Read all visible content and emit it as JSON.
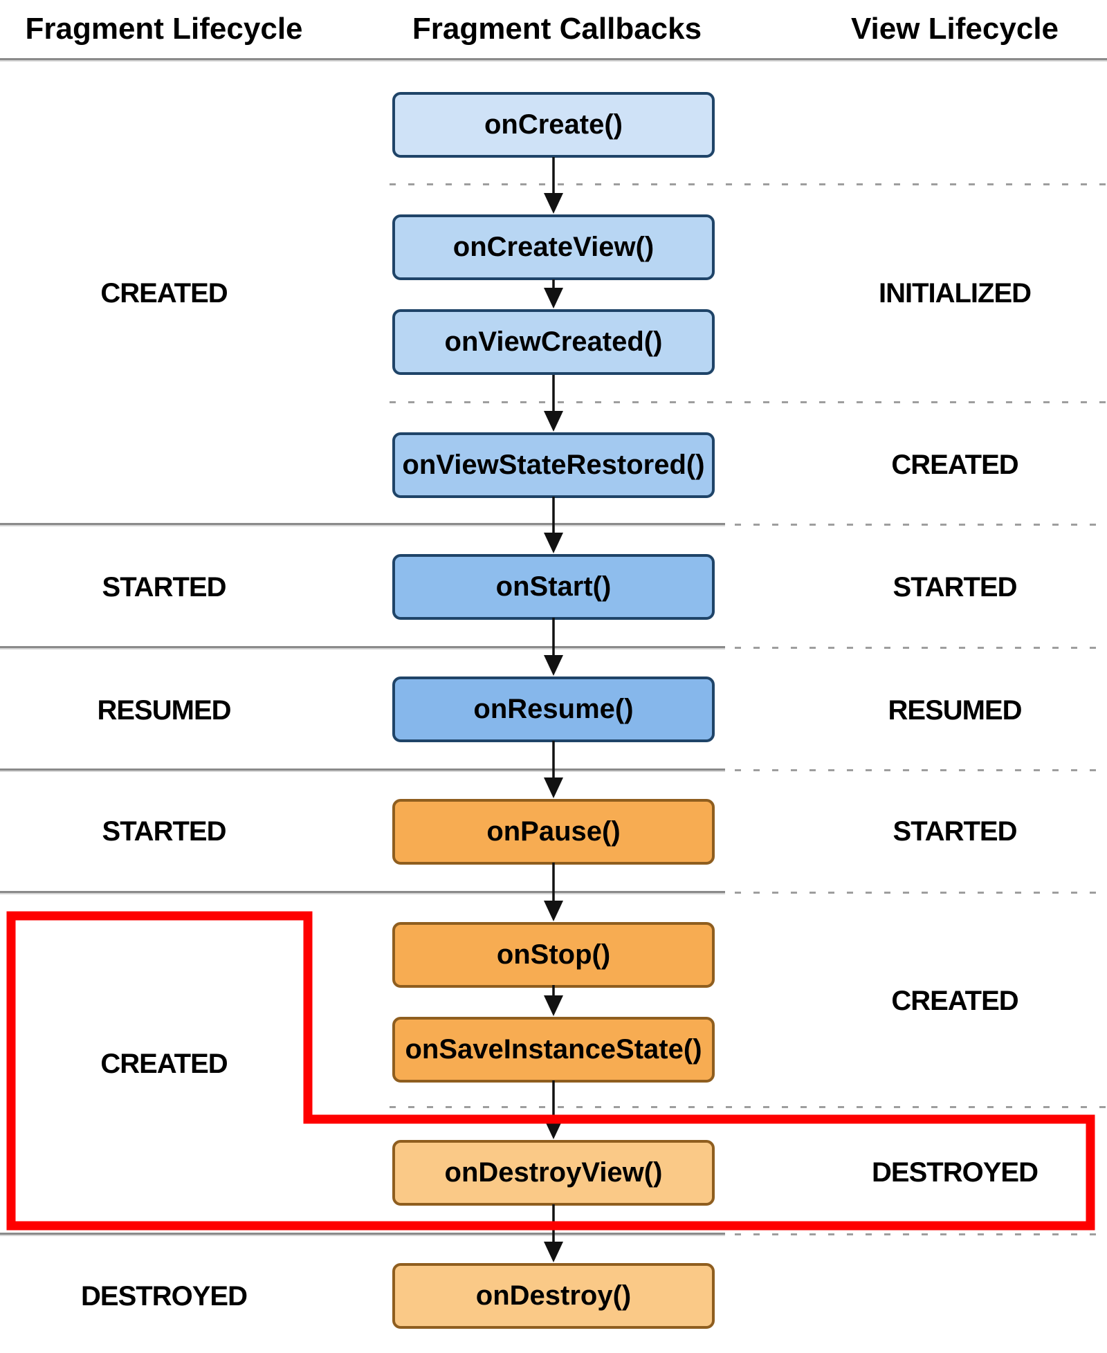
{
  "header": {
    "fragment_lifecycle": "Fragment Lifecycle",
    "fragment_callbacks": "Fragment Callbacks",
    "view_lifecycle": "View Lifecycle"
  },
  "callbacks": [
    {
      "label": "onCreate()"
    },
    {
      "label": "onCreateView()"
    },
    {
      "label": "onViewCreated()"
    },
    {
      "label": "onViewStateRestored()"
    },
    {
      "label": "onStart()"
    },
    {
      "label": "onResume()"
    },
    {
      "label": "onPause()"
    },
    {
      "label": "onStop()"
    },
    {
      "label": "onSaveInstanceState()"
    },
    {
      "label": "onDestroyView()"
    },
    {
      "label": "onDestroy()"
    }
  ],
  "fragment_states": [
    {
      "label": "CREATED"
    },
    {
      "label": "STARTED"
    },
    {
      "label": "RESUMED"
    },
    {
      "label": "STARTED"
    },
    {
      "label": "CREATED"
    },
    {
      "label": "DESTROYED"
    }
  ],
  "view_states": [
    {
      "label": "INITIALIZED"
    },
    {
      "label": "CREATED"
    },
    {
      "label": "STARTED"
    },
    {
      "label": "RESUMED"
    },
    {
      "label": "STARTED"
    },
    {
      "label": "CREATED"
    },
    {
      "label": "DESTROYED"
    }
  ],
  "colors": {
    "blue_light": "#cfe2f7",
    "blue_soft": "#b8d6f3",
    "blue_mid": "#a3c9f0",
    "blue_strong": "#8ebded",
    "blue_deep": "#86b7eb",
    "blue_border": "#1f4468",
    "orange_strong": "#f7ac52",
    "orange_light": "#fac987",
    "orange_border": "#8f5e1f",
    "highlight_red": "#fe0000",
    "line_solid": "#8a8a8a",
    "line_dashed": "#9e9e9e",
    "arrow_black": "#111111",
    "text": "#000000"
  }
}
